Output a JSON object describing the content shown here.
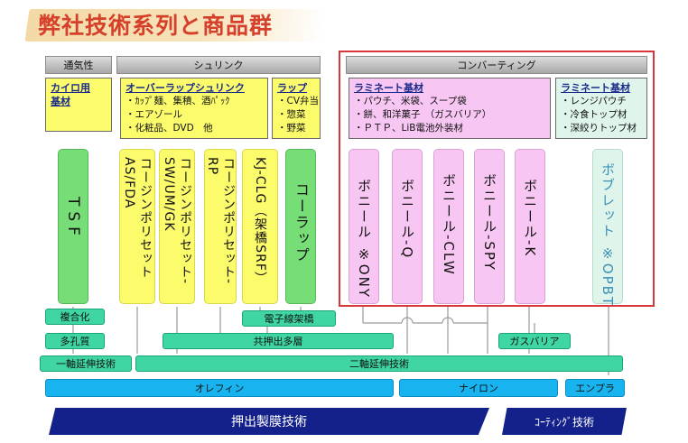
{
  "title": "弊社技術系列と商品群",
  "headers": {
    "tsuki": "通気性",
    "shrink": "シュリンク",
    "converting": "コンバーティング"
  },
  "categories": {
    "kairo": {
      "title": "カイロ用基材",
      "lines": []
    },
    "overwrap": {
      "title": "オーバーラップシュリンク",
      "lines": [
        "・ｶｯﾌﾟ麺、集積、酒ﾊﾟｯｸ",
        "・エアゾール",
        "・化粧品、DVD　他"
      ]
    },
    "wrap": {
      "title": "ラップ",
      "lines": [
        "・CV弁当",
        "・惣菜",
        "・野菜"
      ]
    },
    "laminate1": {
      "title": "ラミネート基材",
      "lines": [
        "・パウチ、米袋、スープ袋",
        "・餅、和洋菓子　（ガスバリア）",
        "・ＰＴＰ、LiB電池外装材"
      ]
    },
    "laminate2": {
      "title": "ラミネート基材",
      "lines": [
        "・レンジパウチ",
        "・冷食トップ材",
        "・深絞りトップ材"
      ]
    }
  },
  "products": [
    {
      "id": "tsf",
      "label": "TSF"
    },
    {
      "id": "as-fda",
      "label": "コージンポリセットAS/FDA"
    },
    {
      "id": "sw-um-gk",
      "label": "コージンポリセット-SW/UM/GK"
    },
    {
      "id": "rp",
      "label": "コージンポリセット-RP"
    },
    {
      "id": "kj-clg",
      "label": "KJ-CLG（架橋SRF）"
    },
    {
      "id": "kowrap",
      "label": "コーラップ"
    },
    {
      "id": "ony",
      "label": "ボニール ※ONY"
    },
    {
      "id": "q",
      "label": "ボニール-Q"
    },
    {
      "id": "clw",
      "label": "ボニール-CLW"
    },
    {
      "id": "spy",
      "label": "ボニール-SPY"
    },
    {
      "id": "k",
      "label": "ボニール-K"
    },
    {
      "id": "opbt",
      "label": "ボブレット ※OPBT"
    }
  ],
  "tech": {
    "fukugouka": "複合化",
    "takoushitsu": "多孔質",
    "denshisen": "電子線架橋",
    "kyouoshidashi": "共押出多層",
    "gasbarrier": "ガスバリア",
    "ichijiku": "一軸延伸技術",
    "nijiku": "二軸延伸技術",
    "olefin": "オレフィン",
    "nylon": "ナイロン",
    "enpura": "エンプラ",
    "oshidashi": "押出製膜技術",
    "coating": "ｺｰﾃｨﾝｸﾞ技術"
  }
}
